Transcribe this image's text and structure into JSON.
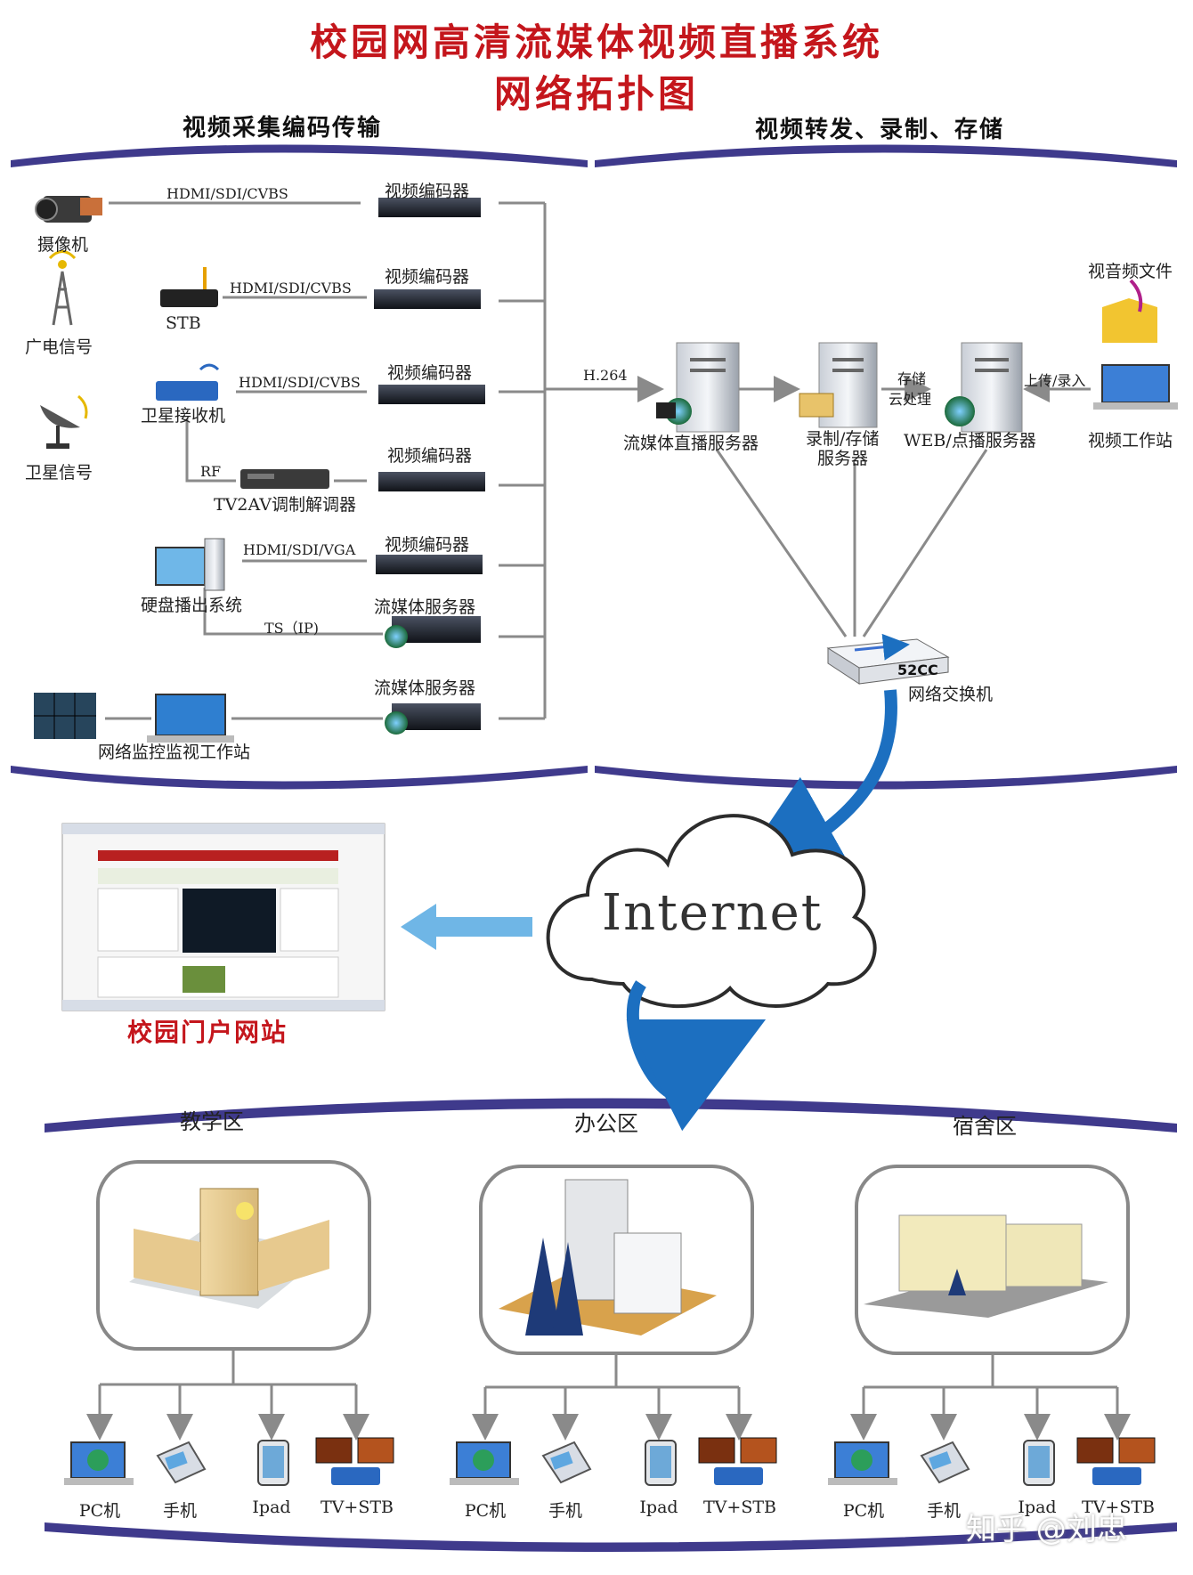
{
  "title": {
    "line1": "校园网高清流媒体视频直播系统",
    "line2": "网络拓扑图"
  },
  "sections": {
    "left": "视频采集编码传输",
    "right": "视频转发、录制、存储"
  },
  "sources": {
    "camera": "摄像机",
    "broadcast": "广电信号",
    "satellite": "卫星信号",
    "stb": "STB",
    "sat_receiver": "卫星接收机",
    "rf": "RF",
    "demodulator": "TV2AV调制解调器",
    "playout": "硬盘播出系统",
    "ts": "TS（IP)",
    "monitor": "网络监控监视工作站"
  },
  "links": {
    "l1": "HDMI/SDI/CVBS",
    "l2": "HDMI/SDI/CVBS",
    "l3": "HDMI/SDI/CVBS",
    "l5": "HDMI/SDI/VGA",
    "h264": "H.264"
  },
  "encoders": [
    "视频编码器",
    "视频编码器",
    "视频编码器",
    "视频编码器",
    "视频编码器"
  ],
  "stream_servers": [
    "流媒体服务器",
    "流媒体服务器"
  ],
  "servers": {
    "live": "流媒体直播服务器",
    "record_line1": "录制/存储",
    "record_line2": "服务器",
    "store_label": "存储",
    "cloud_proc": "云处理",
    "web": "WEB/点播服务器",
    "upload": "上传/录入",
    "av_files": "视音频文件",
    "workstation": "视频工作站"
  },
  "switch": {
    "label": "网络交换机",
    "model": "52CC"
  },
  "internet": "Internet",
  "portal": "校园门户网站",
  "zones": [
    {
      "name": "教学区",
      "devices": [
        "PC机",
        "手机",
        "Ipad",
        "TV+STB"
      ]
    },
    {
      "name": "办公区",
      "devices": [
        "PC机",
        "手机",
        "Ipad",
        "TV+STB"
      ]
    },
    {
      "name": "宿舍区",
      "devices": [
        "PC机",
        "手机",
        "Ipad",
        "TV+STB"
      ]
    }
  ],
  "watermark": "知乎 @刘忠",
  "colors": {
    "title": "#c4161c",
    "band": "#3f3a8c",
    "arrow": "#1c6fc0",
    "line": "#8a8a8a"
  }
}
